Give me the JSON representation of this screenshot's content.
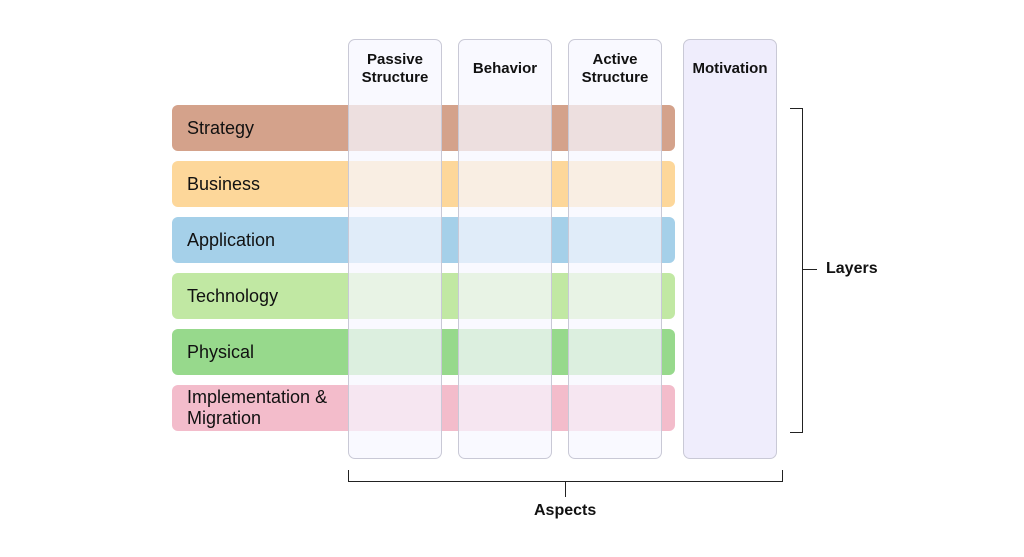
{
  "layers": [
    {
      "label": "Strategy",
      "color": "#d4a28b"
    },
    {
      "label": "Business",
      "color": "#fdd79a"
    },
    {
      "label": "Application",
      "color": "#a5d0e9"
    },
    {
      "label": "Technology",
      "color": "#c1e8a3"
    },
    {
      "label": "Physical",
      "color": "#97d98c"
    },
    {
      "label": "Implementation &\nMigration",
      "color": "#f3bccb"
    }
  ],
  "aspects": [
    {
      "label": "Passive\nStructure"
    },
    {
      "label": "Behavior"
    },
    {
      "label": "Active\nStructure"
    },
    {
      "label": "Motivation"
    }
  ],
  "brackets": {
    "layers_label": "Layers",
    "aspects_label": "Aspects"
  }
}
